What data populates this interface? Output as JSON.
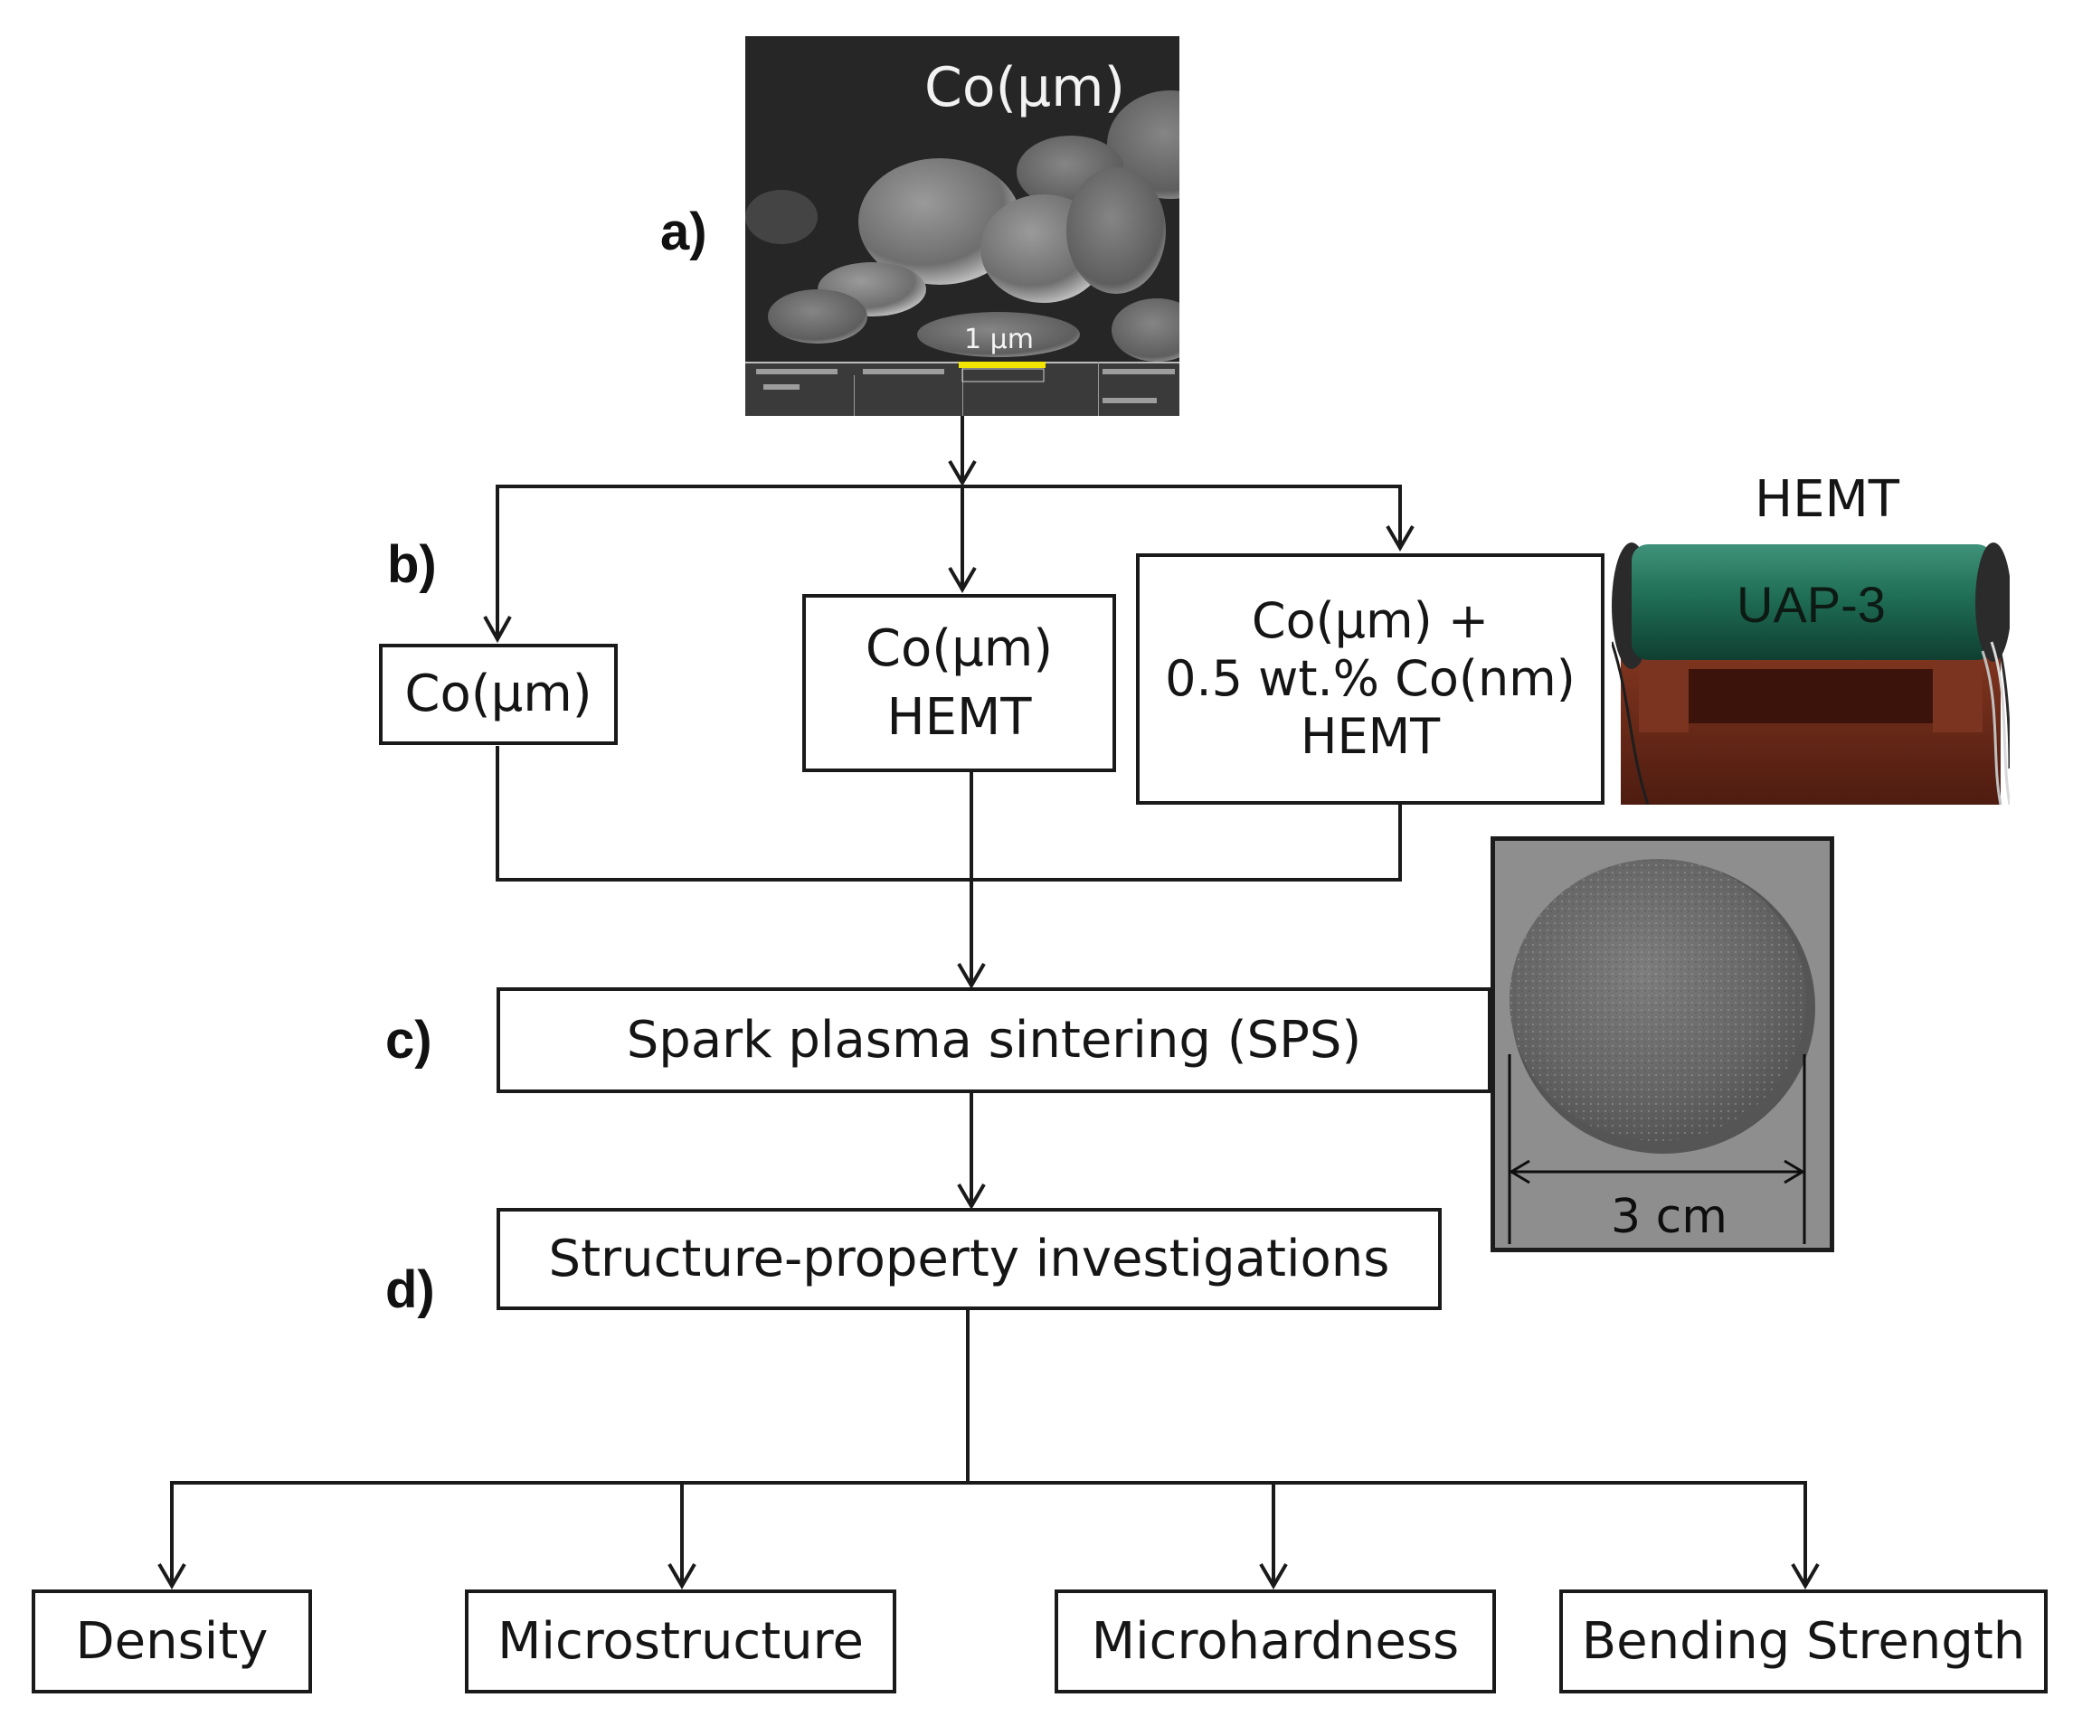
{
  "panel_labels": {
    "a": "a)",
    "b": "b)",
    "c": "c)",
    "d": "d)"
  },
  "sem_image": {
    "title": "Co(μm)",
    "scale_bar": "1 μm"
  },
  "starting_materials": {
    "box1": {
      "line1": "Co(μm)"
    },
    "box2": {
      "line1": "Co(μm)",
      "line2": "HEMT"
    },
    "box3": {
      "line1": "Co(μm) +",
      "line2": "0.5 wt.% Co(nm)",
      "line3": "HEMT"
    }
  },
  "hemt_photo": {
    "caption": "HEMT",
    "device_label": "UAP-3"
  },
  "process": {
    "sps": "Spark plasma sintering (SPS)",
    "investigations": "Structure-property investigations"
  },
  "sample_photo": {
    "dimension": "3 cm"
  },
  "outputs": {
    "density": "Density",
    "microstructure": "Microstructure",
    "microhardness": "Microhardness",
    "bending": "Bending Strength"
  },
  "colors": {
    "line": "#1a1a1a",
    "scale_bar": "#f2e600",
    "hemt_green": "#1f6e55",
    "hemt_brown": "#6a2a1a",
    "sample_bg": "#8c8c8c"
  }
}
